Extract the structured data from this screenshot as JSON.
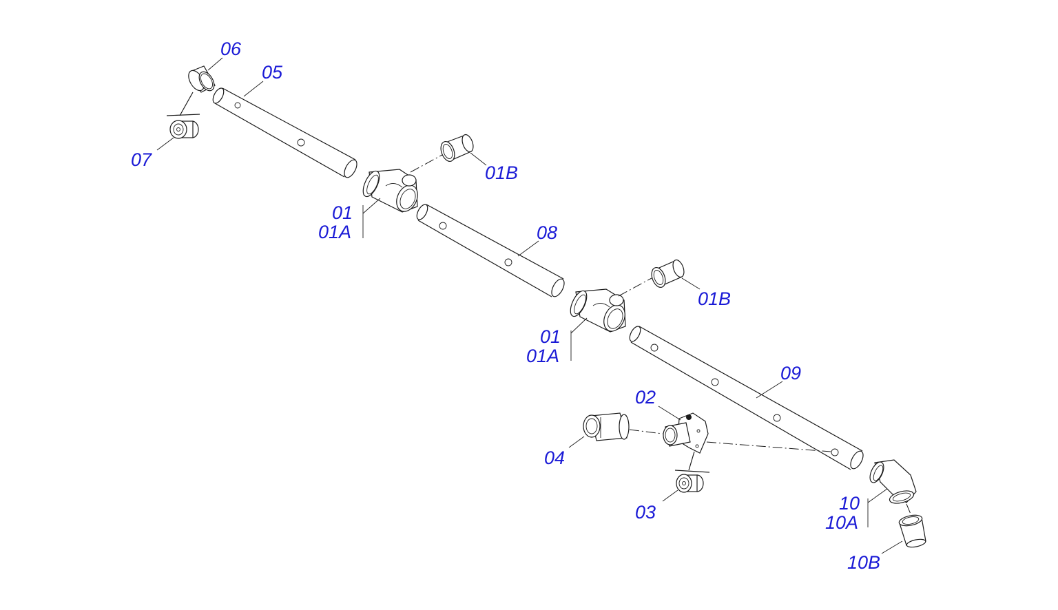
{
  "labels": {
    "p06": "06",
    "p05": "05",
    "p07": "07",
    "p01b_a": "01B",
    "p01_a": "01",
    "p01a_a": "01A",
    "p08": "08",
    "p01b_b": "01B",
    "p01_b": "01",
    "p01a_b": "01A",
    "p09": "09",
    "p02": "02",
    "p04": "04",
    "p03": "03",
    "p10": "10",
    "p10a": "10A",
    "p10b": "10B"
  },
  "colors": {
    "label": "#1a1ad6",
    "line": "#1a1a1a",
    "background": "#ffffff"
  }
}
